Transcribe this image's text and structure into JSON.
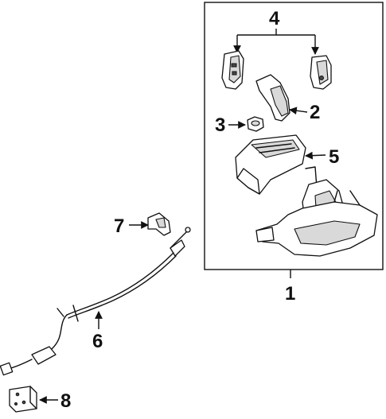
{
  "callouts": {
    "c1": "1",
    "c2": "2",
    "c3": "3",
    "c4": "4",
    "c5": "5",
    "c6": "6",
    "c7": "7",
    "c8": "8"
  },
  "colors": {
    "ink": "#111111",
    "shade": "#d9d9d9",
    "background": "#ffffff"
  }
}
